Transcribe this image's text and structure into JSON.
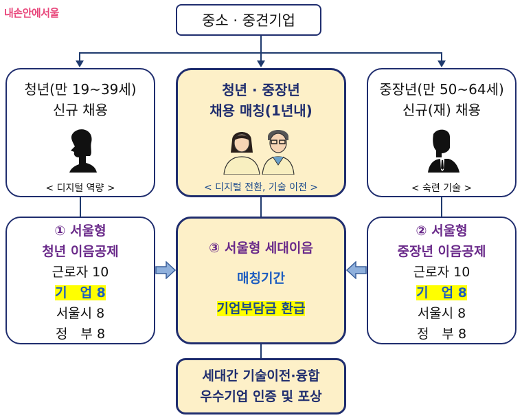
{
  "logo": "내손안에서울",
  "top": "중소 · 중견기업",
  "youth": {
    "line1": "청년(만 19~39세)",
    "line2": "신규 채용",
    "skill": "< 디지털 역량 >",
    "icon": "woman-silhouette-icon"
  },
  "center_top": {
    "line1": "청년 · 중장년",
    "line2": "채용 매칭(1년내)",
    "skill": "< 디지털 전환, 기술 이전 >",
    "icon": "young-woman-older-man-icon"
  },
  "senior": {
    "line1": "중장년(만 50~64세)",
    "line2": "신규(재) 채용",
    "skill": "< 숙련 기술 >",
    "icon": "man-in-suit-silhouette-icon"
  },
  "fund_youth": {
    "title1": "① 서울형",
    "title2": "청년 이음공제",
    "worker": "근로자 10",
    "company": "기　업 8",
    "city": "서울시 8",
    "gov": "정　부 8"
  },
  "fund_senior": {
    "title1": "② 서울형",
    "title2": "중장년 이음공제",
    "worker": "근로자 10",
    "company": "기　업 8",
    "city": "서울시 8",
    "gov": "정　부 8"
  },
  "center_mid": {
    "title": "③ 서울형 세대이음",
    "period": "매칭기간",
    "refund": "기업부담금 환급"
  },
  "bottom": {
    "line1": "세대간 기술이전·융합",
    "line2": "우수기업 인증 및 포상"
  },
  "colors": {
    "border": "#1f2d6e",
    "cream": "#fdf0c8",
    "purple": "#6a2a8a",
    "blue": "#1c5cc0",
    "highlight": "#ffff00",
    "logo_pink": "#e8457a"
  }
}
